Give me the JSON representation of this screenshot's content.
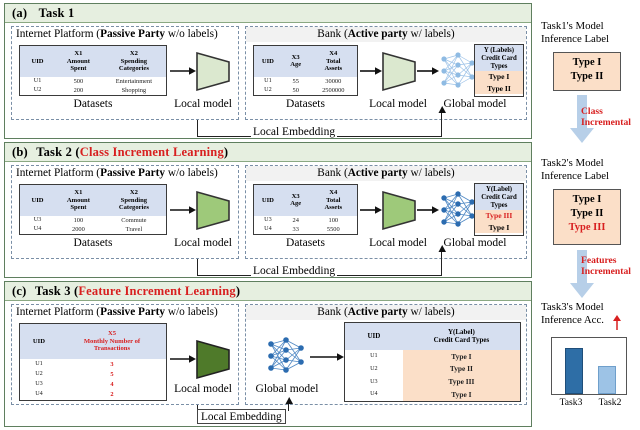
{
  "figure": {
    "panels": [
      {
        "id": "task1",
        "tag": "(a)",
        "title": "Task 1",
        "subtitle": "",
        "subtitle_red": "",
        "passive": {
          "title_plain_1": "Internet Platform (",
          "title_bold": "Passive Party",
          "title_plain_2": " w/o labels)",
          "table": {
            "headers": [
              "UID",
              "X1\nAmount\nSpent",
              "X2\nSpending\nCategories"
            ],
            "header_lines": [
              [
                "UID"
              ],
              [
                "X1",
                "Amount",
                "Spent"
              ],
              [
                "X2",
                "Spending",
                "Categories"
              ]
            ],
            "rows": [
              [
                "U1",
                "500",
                "Entertainment"
              ],
              [
                "U2",
                "200",
                "Shopping"
              ]
            ]
          },
          "dataset_caption": "Datasets",
          "model_caption": "Local model"
        },
        "active": {
          "title_plain_1": "Bank (",
          "title_bold": "Active party",
          "title_plain_2": " w/ labels)",
          "table": {
            "header_lines": [
              [
                "UID"
              ],
              [
                "X3",
                "Age"
              ],
              [
                "X4",
                "Total",
                "Assets"
              ]
            ],
            "rows": [
              [
                "U1",
                "55",
                "30000"
              ],
              [
                "U2",
                "50",
                "2500000"
              ]
            ]
          },
          "dataset_caption": "Datasets",
          "local_model_caption": "Local model",
          "global_model_caption": "Global model",
          "ybox": {
            "head_lines": [
              "Y (Labels)",
              "Credit Card",
              "Types"
            ],
            "rows": [
              {
                "text": "Type I",
                "red": false
              },
              {
                "text": "Type II",
                "red": false
              }
            ]
          }
        },
        "embedding_label": "Local Embedding"
      },
      {
        "id": "task2",
        "tag": "(b)",
        "title": "Task 2 (",
        "subtitle_red": "Class Increment Learning",
        "subtitle_close": ")",
        "passive": {
          "title_plain_1": "Internet Platform (",
          "title_bold": "Passive Party",
          "title_plain_2": " w/o labels)",
          "table": {
            "header_lines": [
              [
                "UID"
              ],
              [
                "X1",
                "Amount",
                "Spent"
              ],
              [
                "X2",
                "Spending",
                "Categories"
              ]
            ],
            "rows": [
              [
                "U3",
                "100",
                "Commute"
              ],
              [
                "U4",
                "2000",
                "Travel"
              ]
            ]
          },
          "dataset_caption": "Datasets",
          "model_caption": "Local model"
        },
        "active": {
          "title_plain_1": "Bank (",
          "title_bold": "Active party",
          "title_plain_2": " w/ labels)",
          "table": {
            "header_lines": [
              [
                "UID"
              ],
              [
                "X3",
                "Age"
              ],
              [
                "X4",
                "Total",
                "Assets"
              ]
            ],
            "rows": [
              [
                "U3",
                "24",
                "100"
              ],
              [
                "U4",
                "33",
                "5500"
              ]
            ]
          },
          "dataset_caption": "Datasets",
          "local_model_caption": "Local model",
          "global_model_caption": "Global model",
          "ybox": {
            "head_lines": [
              "Y(Label)",
              "Credit Card",
              "Types"
            ],
            "rows": [
              {
                "text": "Type III",
                "red": true
              },
              {
                "text": "Type I",
                "red": false
              }
            ]
          }
        },
        "embedding_label": "Local Embedding"
      },
      {
        "id": "task3",
        "tag": "(c)",
        "title": "Task 3 (",
        "subtitle_red": "Feature Increment Learning",
        "subtitle_close": ")",
        "passive": {
          "title_plain_1": "Internet Platform (",
          "title_bold": "Passive Party",
          "title_plain_2": " w/o labels)",
          "table": {
            "header_lines": [
              [
                "UID"
              ],
              [
                "X5",
                "Monthly Number of",
                "Transactions"
              ]
            ],
            "rows": [
              [
                "U1",
                "3"
              ],
              [
                "U2",
                "5"
              ],
              [
                "U3",
                "4"
              ],
              [
                "U4",
                "2"
              ]
            ]
          },
          "model_caption": "Local model"
        },
        "active": {
          "title_plain_1": "Bank (",
          "title_bold": "Active party",
          "title_plain_2": " w/ labels)",
          "global_model_caption": "Global model",
          "result_table": {
            "header_lines": [
              [
                "UID"
              ],
              [
                "Y(Label)",
                "Credit Card Types"
              ]
            ],
            "rows": [
              [
                "U1",
                "Type I"
              ],
              [
                "U2",
                "Type II"
              ],
              [
                "U3",
                "Type III"
              ],
              [
                "U4",
                "Type I"
              ]
            ]
          }
        },
        "embedding_label": "Local Embedding"
      }
    ],
    "right_column": {
      "task1": {
        "caption_lines": [
          "Task1's Model",
          "Inference Label"
        ],
        "box_rows": [
          {
            "text": "Type I",
            "red": false
          },
          {
            "text": "Type II",
            "red": false
          }
        ],
        "arrow_label_lines": [
          "Class",
          "Incremental"
        ]
      },
      "task2": {
        "caption_lines": [
          "Task2's Model",
          "Inference Label"
        ],
        "box_rows": [
          {
            "text": "Type I",
            "red": false
          },
          {
            "text": "Type II",
            "red": false
          },
          {
            "text": "Type III",
            "red": true
          }
        ],
        "arrow_label_lines": [
          "Features",
          "Incremental"
        ]
      },
      "task3": {
        "caption_lines": [
          "Task3's Model",
          "Inference Acc."
        ]
      }
    }
  },
  "chart_data": {
    "type": "bar",
    "title": "Task3's Model Inference Acc.",
    "categories": [
      "Task3",
      "Task2"
    ],
    "values": [
      82,
      48
    ],
    "ylim": [
      0,
      100
    ],
    "xlabel": "",
    "ylabel": "Inference Acc.",
    "grid": false,
    "legend": "none",
    "colors": [
      "#2e6ea6",
      "#9dc3e6"
    ]
  },
  "colors": {
    "panel_border": "#5f7f5f",
    "panel_header_bg": "#e6efe0",
    "party_border": "#7a8fa6",
    "table_header_bg": "#d6dff0",
    "label_bg": "#fbdfc8",
    "accent_red": "#d81f1f",
    "model_green_light": "#dbe8cf",
    "model_green_mid": "#9ec97a",
    "model_green_dark": "#4f7a2a",
    "nn_blue_light": "#a9c9e8",
    "nn_blue_dark": "#2c5f96",
    "bar_dark": "#2e6ea6",
    "bar_light": "#9dc3e6"
  }
}
